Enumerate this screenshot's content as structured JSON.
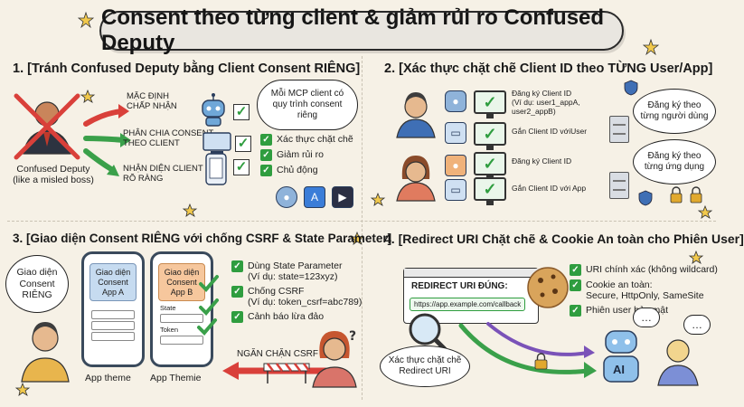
{
  "title": "Consent theo từng client & giảm rủi ro Confused Deputy",
  "panel1": {
    "heading": "1. [Tránh Confused Deputy bằng Client Consent RIÊNG]",
    "deputy_label_1": "Confused Deputy",
    "deputy_label_2": "(like a misled boss)",
    "arrow1_label": "MẶC ĐỊNH\nCHẤP NHẬN",
    "arrow2_label": "PHÂN CHIA CONSENT\nTHEO CLIENT",
    "arrow3_label": "NHẬN DIỆN CLIENT\nRÕ RÀNG",
    "bubble": "Mỗi MCP client có\nquy trình consent riêng",
    "bullets": [
      "Xác thực chặt chẽ",
      "Giảm rủi ro",
      "Chủ động"
    ]
  },
  "panel2": {
    "heading": "2. [Xác thực chặt chẽ Client ID theo TỪNG User/App]",
    "row1_text": "Đăng ký Client ID\n(Ví dụ: user1_appA,\nuser2_appB)",
    "row1b_text": "Gắn Client ID vớiUser",
    "row2_text": "Đăng ký Client ID",
    "row2b_text": "Gắn Client ID với App",
    "bubble1": "Đăng ký theo\ntừng người dùng",
    "bubble2": "Đăng ký theo\ntừng ứng dụng"
  },
  "panel3": {
    "heading": "3. [Giao diện Consent RIÊNG với chống CSRF & State Parameter]",
    "bubble": "Giao diện\nConsent\nRIÊNG",
    "phone_a_title": "Giao diện\nConsent App A",
    "phone_b_title": "Giao diện\nConsent App B",
    "field_state": "State",
    "field_token": "Token",
    "caption_a": "App theme",
    "caption_b": "App Themie",
    "bullets": [
      {
        "main": "Dùng State Parameter",
        "sub": "(Ví dụ: state=123xyz)"
      },
      {
        "main": "Chống CSRF",
        "sub": "(Ví dụ: token_csrf=abc789)"
      },
      {
        "main": "Cảnh báo lừa đảo",
        "sub": ""
      }
    ],
    "block_label": "NGĂN CHẶN CSRF"
  },
  "panel4": {
    "heading": "4. [Redirect URI Chặt chẽ & Cookie An toàn cho Phiên User]",
    "redirect_label": "REDIRECT URI ĐÚNG:",
    "redirect_url": "https://app.example.com/callback",
    "bubble": "Xác thực chặt chẽ\nRedirect URI",
    "bullets": [
      {
        "main": "URI chính xác (không wildcard)",
        "sub": ""
      },
      {
        "main": "Cookie an toàn:",
        "sub": "Secure, HttpOnly, SameSite"
      },
      {
        "main": "Phiên user bảo mật",
        "sub": ""
      }
    ],
    "robot_label": "AI"
  },
  "colors": {
    "green": "#2f9d3f",
    "red": "#d9403a",
    "blue_phone": "#8fb3da",
    "orange_phone": "#f0b27a",
    "background": "#f6f1e6"
  }
}
